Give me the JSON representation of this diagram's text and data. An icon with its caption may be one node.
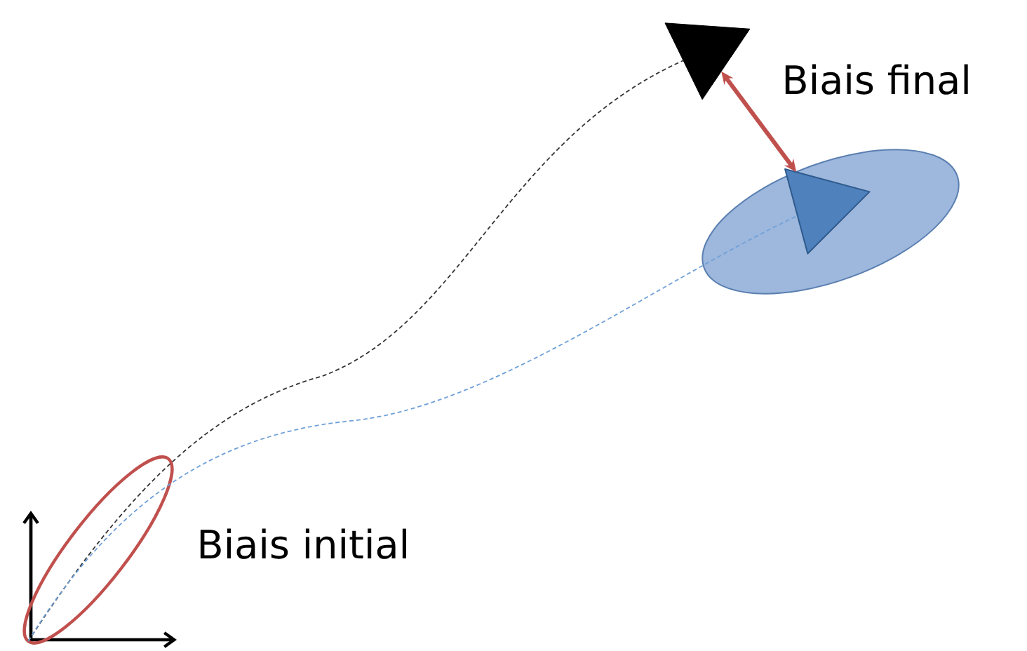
{
  "diagram": {
    "nodes": [
      {
        "text": [],
        "shape": "ellipse"
      },
      {
        "text": [],
        "shape": "triangle"
      },
      {
        "text": [],
        "shape": "ellipse"
      },
      {
        "text": [],
        "shape": "triangle",
        "in": 2
      }
    ],
    "edges": [
      {
        "from": 0,
        "to": 1,
        "arrow": "none",
        "style": "dashed",
        "color": "#333333"
      },
      {
        "from": 0,
        "to": 3,
        "arrow": "none",
        "style": "dashed",
        "color": "#6fa0d8"
      },
      {
        "from": 1,
        "to": 3,
        "arrow": "both",
        "style": "thick",
        "color": "#c0504d"
      }
    ],
    "labels": [
      "Biais final",
      "Biais initial"
    ]
  }
}
